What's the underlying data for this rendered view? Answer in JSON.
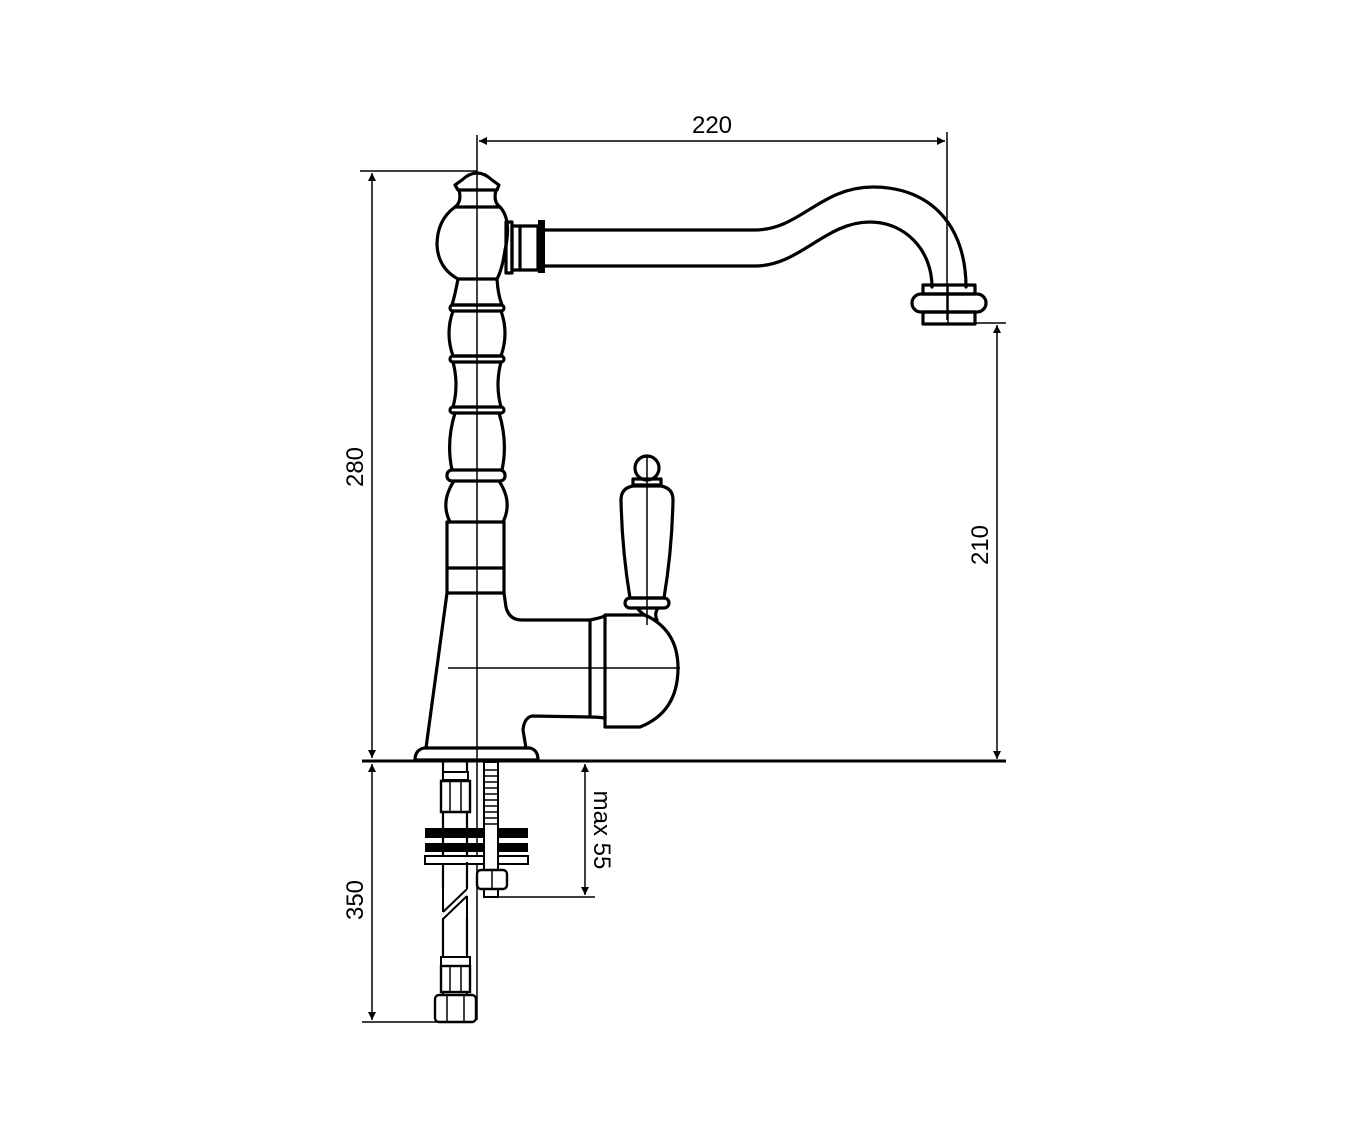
{
  "title": "Faucet dimension drawing",
  "dimensions": {
    "spout_reach": "220",
    "total_height": "280",
    "spout_clearance": "210",
    "hose_length": "350",
    "max_deck_thickness": "max 55"
  },
  "colors": {
    "line": "#000000",
    "background": "#ffffff"
  }
}
